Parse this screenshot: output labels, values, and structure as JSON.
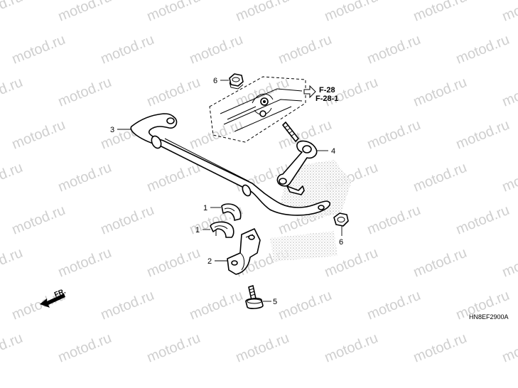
{
  "watermark": {
    "text": "motod.ru",
    "color": "#cfcfcf"
  },
  "diagram": {
    "code": "HN8EF2900A",
    "front_indicator": "FR.",
    "reference": {
      "line1": "F-28",
      "line2": "F-28-1"
    },
    "callouts": {
      "bushing_upper": "1",
      "bushing_lower": "1",
      "holder": "2",
      "stabilizer_bar": "3",
      "link": "4",
      "bolt": "5",
      "nut_top": "6",
      "nut_right": "6"
    }
  }
}
